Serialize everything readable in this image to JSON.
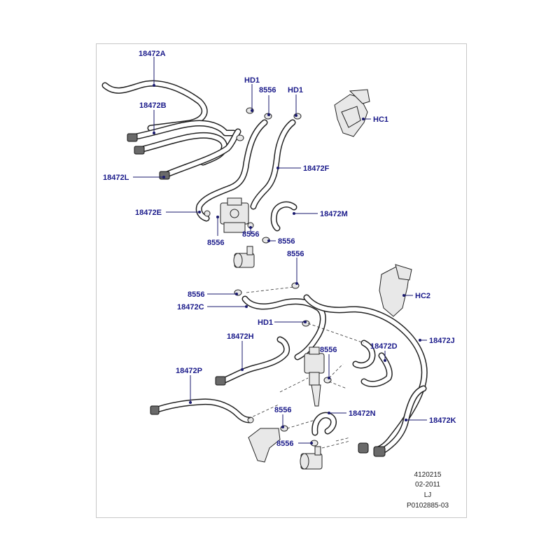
{
  "labels": {
    "l18472A": "18472A",
    "lHD1a": "HD1",
    "l8556a": "8556",
    "lHD1b": "HD1",
    "lHC1": "HC1",
    "l18472B": "18472B",
    "l18472L": "18472L",
    "l18472F": "18472F",
    "l18472E": "18472E",
    "l18472M": "18472M",
    "l8556b": "8556",
    "l8556c": "8556",
    "l8556d": "8556",
    "l8556e": "8556",
    "lHC2": "HC2",
    "l8556f": "8556",
    "l18472C": "18472C",
    "lHD1c": "HD1",
    "l18472H": "18472H",
    "l18472J": "18472J",
    "l18472D": "18472D",
    "l8556g": "8556",
    "l18472P": "18472P",
    "l8556h": "8556",
    "l18472N": "18472N",
    "l18472K": "18472K",
    "l8556i": "8556"
  },
  "footer": {
    "line1": "4120215",
    "line2": "02-2011",
    "line3": "LJ",
    "line4": "P0102885-03"
  },
  "colors": {
    "label": "#1a1a8a",
    "hose": "#222222",
    "frame": "#c8c8c8"
  }
}
